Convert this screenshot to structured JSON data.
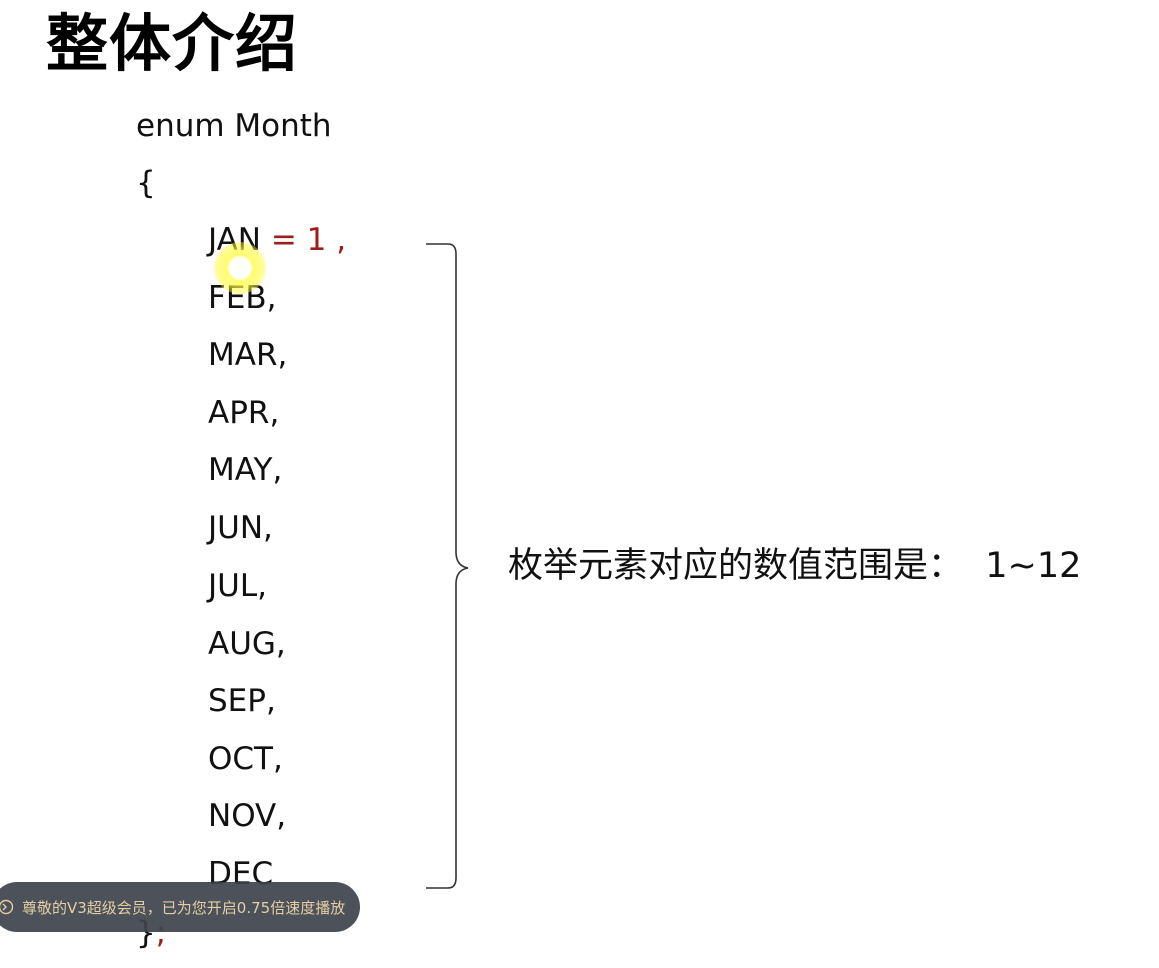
{
  "slide": {
    "title": "整体介绍"
  },
  "code": {
    "declaration": "enum Month",
    "open_brace": "{",
    "first_item_name": "JAN",
    "first_item_assign": " = 1 ,",
    "items": [
      "FEB,",
      "MAR,",
      "APR,",
      "MAY,",
      "JUN,",
      "JUL,",
      "AUG,",
      "SEP,",
      "OCT,",
      "NOV,",
      "DEC"
    ],
    "close_brace": "}",
    "close_semicolon": ";"
  },
  "annotation": {
    "text": "枚举元素对应的数值范围是：  1~12"
  },
  "toast": {
    "icon": "speed-icon",
    "text": "尊敬的V3超级会员，已为您开启0.75倍速度播放"
  },
  "colors": {
    "accent": "#9e1c1c",
    "toast_bg": "#3e424c",
    "toast_text": "#e3cfa3",
    "cursor_highlight": "#fffa3c"
  }
}
